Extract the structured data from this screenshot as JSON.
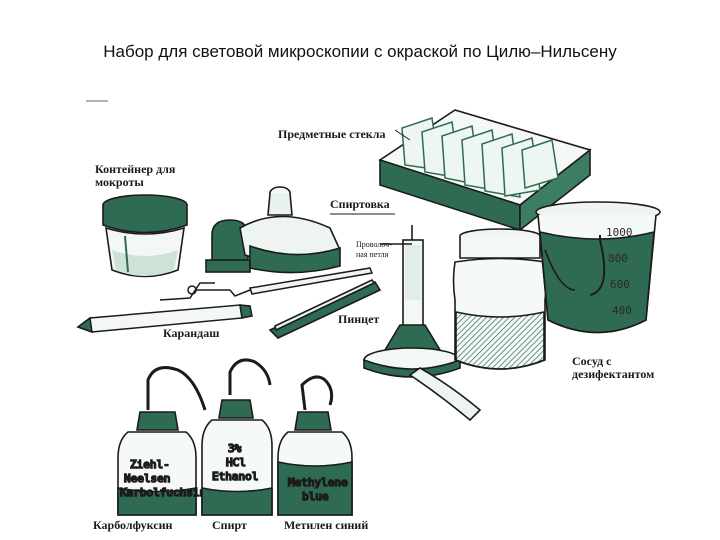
{
  "slide": {
    "title": "Набор для световой микроскопии с окраской по Цилю–Нильсену"
  },
  "labels": {
    "slides": "Предметные стекла",
    "container_line1": "Контейнер для",
    "container_line2": "мокроты",
    "burner": "Спиртовка",
    "loop_line1": "Проволоч-",
    "loop_line2": "ная петля",
    "pencil": "Карандаш",
    "forceps": "Пинцет",
    "vessel_line1": "Сосуд с",
    "vessel_line2": "дезифектантом",
    "carbol": "Карболфуксин",
    "spirit": "Спирт",
    "methylene": "Метилен синий"
  },
  "bottle_text": {
    "b1": [
      "Ziehl-",
      "Neelsen",
      "Karbolfuchsin"
    ],
    "b2": [
      "3%",
      "HCl",
      "Ethanol"
    ],
    "b3": [
      "Methylene",
      "blue"
    ]
  },
  "beaker_marks": [
    "1000",
    "800",
    "600",
    "400"
  ],
  "colors": {
    "ink": "#1b1b1b",
    "green": "#2f6b52",
    "light_green": "#9fc4b0"
  }
}
